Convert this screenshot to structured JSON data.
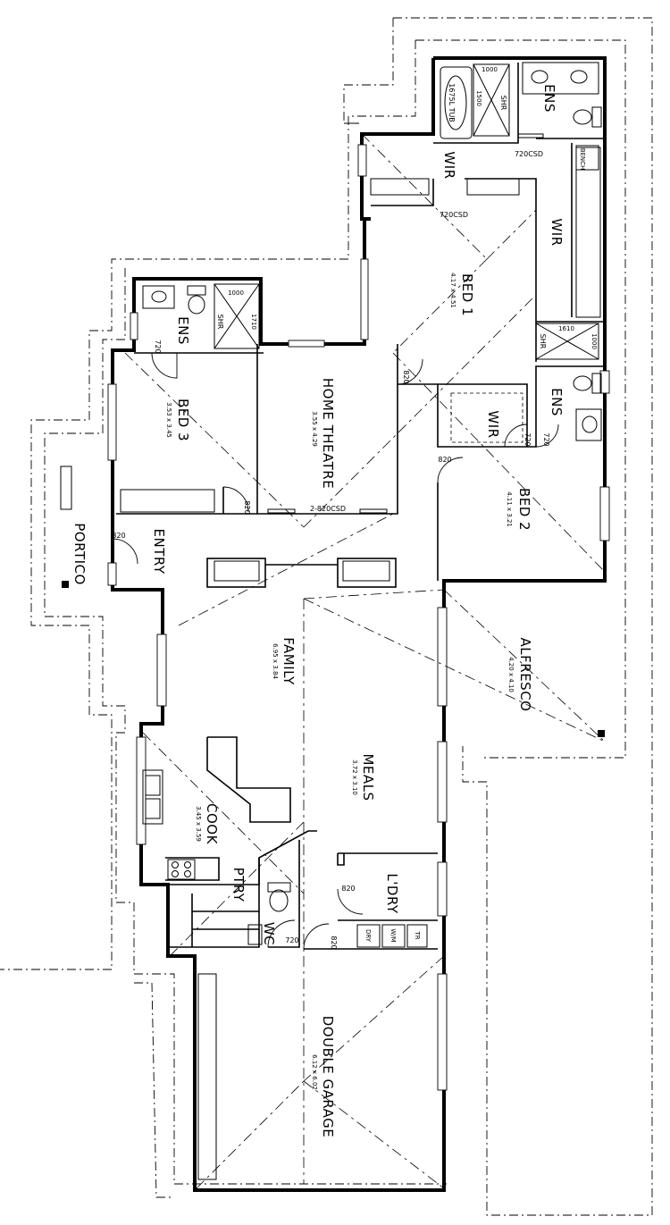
{
  "rooms": {
    "ens_top": {
      "name": "ENS"
    },
    "wir_a": {
      "name": "WIR"
    },
    "wir_b": {
      "name": "WIR"
    },
    "bed1": {
      "name": "BED 1",
      "size": "4.17 x 4.51"
    },
    "ens_right": {
      "name": "ENS"
    },
    "wir_c": {
      "name": "WIR"
    },
    "bed2": {
      "name": "BED 2",
      "size": "4.11 x 3.21"
    },
    "ens_left": {
      "name": "ENS"
    },
    "bed3": {
      "name": "BED 3",
      "size": "3.53 x 3.45"
    },
    "home_theatre": {
      "name": "HOME THEATRE",
      "size": "3.55 x 4.29"
    },
    "portico": {
      "name": "PORTICO"
    },
    "entry": {
      "name": "ENTRY"
    },
    "family": {
      "name": "FAMILY",
      "size": "6.95 x 3.84"
    },
    "alfresco": {
      "name": "ALFRESCO",
      "size": "4.20 x 4.10"
    },
    "meals": {
      "name": "MEALS",
      "size": "3.72 x 3.10"
    },
    "cook": {
      "name": "COOK",
      "size": "3.45 x 3.59"
    },
    "ptry": {
      "name": "PTRY"
    },
    "wc": {
      "name": "WC"
    },
    "ldry": {
      "name": "L'DRY"
    },
    "garage": {
      "name": "DOUBLE GARAGE",
      "size": "6.12 x 6.02"
    }
  },
  "labels": {
    "tub": "1675L TUB",
    "tub_w": "1000",
    "shr": "SHR",
    "shr_ens_top_dim": "1500",
    "door_720csd_a": "720CSD",
    "door_720csd_b": "720CSD",
    "bench": "BENCH",
    "shr_right": "SHR",
    "shr_right_w": "1610",
    "shr_right_h": "1000",
    "shr_left": "SHR",
    "shr_left_w": "1000",
    "shr_left_h": "1710",
    "door_720_ens_left": "720",
    "door_820_bed3": "820",
    "door_820_theatre": "820",
    "door_820_bed2": "820",
    "door_720_wir": "720",
    "door_720_ens": "720",
    "door_2_820csd": "2-820CSD",
    "door_820_portico": "820",
    "door_820_ldry": "820",
    "door_720_wc": "720",
    "door_820_garage": "820",
    "dry": "DRY",
    "wm": "W/M",
    "tr": "TR"
  }
}
